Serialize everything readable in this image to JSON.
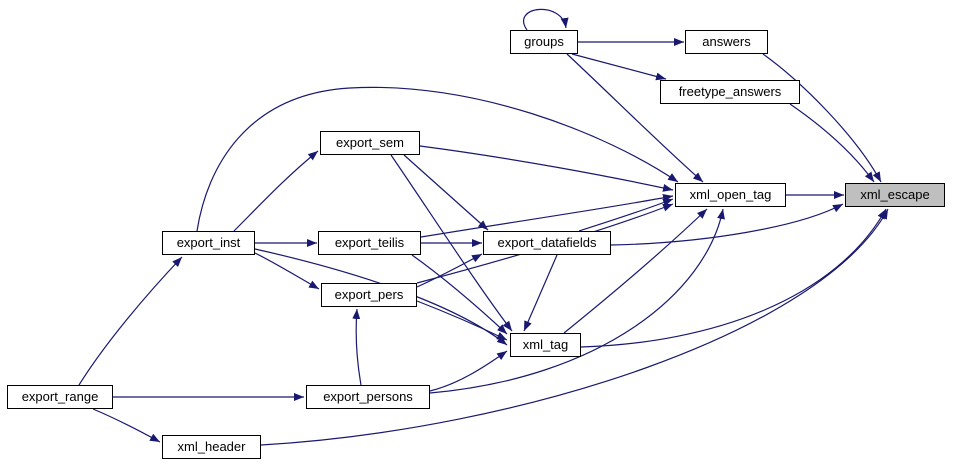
{
  "diagram_type": "call-graph",
  "colors": {
    "edge": "#191970",
    "node_border": "#000000",
    "node_fill": "#ffffff",
    "node_text": "#000000",
    "highlight_fill": "#bfbfbf",
    "background": "#ffffff"
  },
  "nodes": [
    {
      "id": "groups",
      "label": "groups"
    },
    {
      "id": "answers",
      "label": "answers"
    },
    {
      "id": "freetype_answers",
      "label": "freetype_answers"
    },
    {
      "id": "export_sem",
      "label": "export_sem"
    },
    {
      "id": "xml_open_tag",
      "label": "xml_open_tag"
    },
    {
      "id": "xml_escape",
      "label": "xml_escape",
      "highlight": true
    },
    {
      "id": "export_inst",
      "label": "export_inst"
    },
    {
      "id": "export_teilis",
      "label": "export_teilis"
    },
    {
      "id": "export_datafields",
      "label": "export_datafields"
    },
    {
      "id": "export_pers",
      "label": "export_pers"
    },
    {
      "id": "xml_tag",
      "label": "xml_tag"
    },
    {
      "id": "export_persons",
      "label": "export_persons"
    },
    {
      "id": "export_range",
      "label": "export_range"
    },
    {
      "id": "xml_header",
      "label": "xml_header"
    }
  ],
  "edges": [
    {
      "from": "groups",
      "to": "groups"
    },
    {
      "from": "groups",
      "to": "answers"
    },
    {
      "from": "groups",
      "to": "freetype_answers"
    },
    {
      "from": "groups",
      "to": "xml_open_tag"
    },
    {
      "from": "answers",
      "to": "xml_escape"
    },
    {
      "from": "freetype_answers",
      "to": "xml_escape"
    },
    {
      "from": "xml_open_tag",
      "to": "xml_escape"
    },
    {
      "from": "export_sem",
      "to": "xml_open_tag"
    },
    {
      "from": "export_sem",
      "to": "export_datafields"
    },
    {
      "from": "export_sem",
      "to": "xml_tag"
    },
    {
      "from": "export_inst",
      "to": "export_sem"
    },
    {
      "from": "export_inst",
      "to": "export_teilis"
    },
    {
      "from": "export_inst",
      "to": "export_pers"
    },
    {
      "from": "export_inst",
      "to": "xml_open_tag"
    },
    {
      "from": "export_inst",
      "to": "xml_tag"
    },
    {
      "from": "export_teilis",
      "to": "export_datafields"
    },
    {
      "from": "export_teilis",
      "to": "xml_open_tag"
    },
    {
      "from": "export_teilis",
      "to": "xml_tag"
    },
    {
      "from": "export_pers",
      "to": "export_datafields"
    },
    {
      "from": "export_pers",
      "to": "xml_open_tag"
    },
    {
      "from": "export_pers",
      "to": "xml_tag"
    },
    {
      "from": "export_datafields",
      "to": "xml_open_tag"
    },
    {
      "from": "export_datafields",
      "to": "xml_tag"
    },
    {
      "from": "export_datafields",
      "to": "xml_escape"
    },
    {
      "from": "xml_tag",
      "to": "xml_open_tag"
    },
    {
      "from": "xml_tag",
      "to": "xml_escape"
    },
    {
      "from": "export_persons",
      "to": "export_pers"
    },
    {
      "from": "export_persons",
      "to": "xml_open_tag"
    },
    {
      "from": "export_persons",
      "to": "xml_tag"
    },
    {
      "from": "export_range",
      "to": "export_inst"
    },
    {
      "from": "export_range",
      "to": "export_persons"
    },
    {
      "from": "export_range",
      "to": "xml_header"
    },
    {
      "from": "xml_header",
      "to": "xml_escape"
    }
  ]
}
